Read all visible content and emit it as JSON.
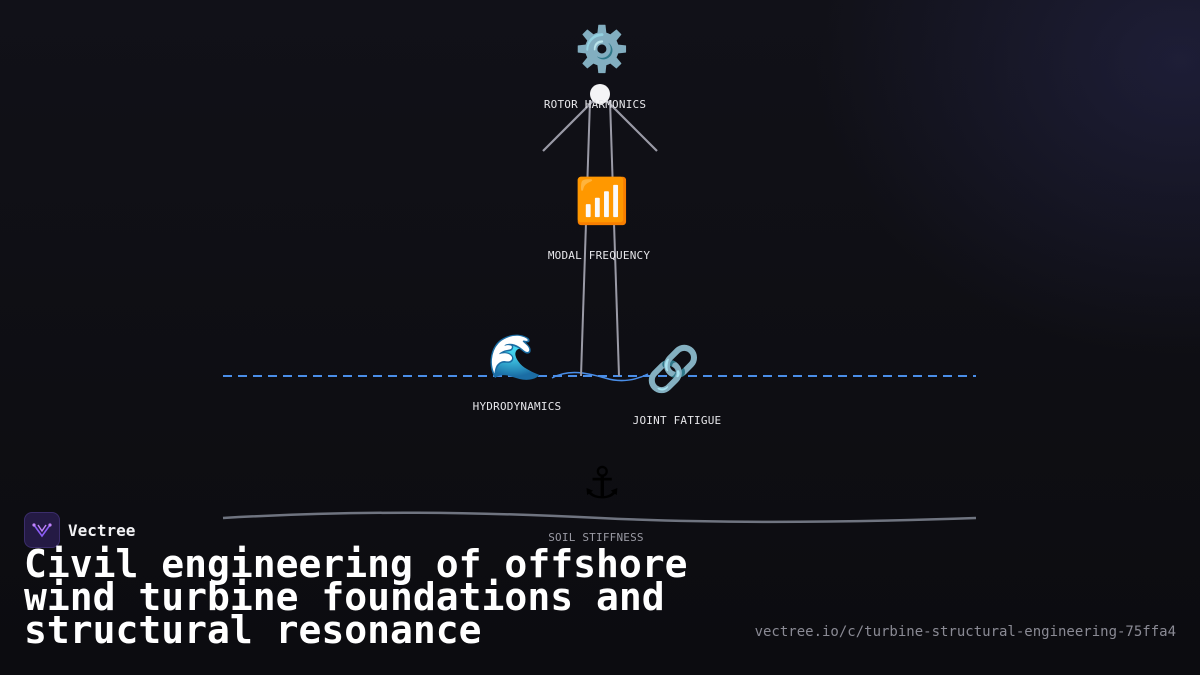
{
  "diagram": {
    "nodes": {
      "rotor": {
        "label": "ROTOR HARMONICS",
        "icon": "⚙️",
        "icon_name": "gear-icon"
      },
      "modal": {
        "label": "MODAL FREQUENCY",
        "icon": "📶",
        "icon_name": "signal-bars-icon"
      },
      "hydro": {
        "label": "HYDRODYNAMICS",
        "icon": "🌊",
        "icon_name": "wave-icon"
      },
      "joint": {
        "label": "JOINT FATIGUE",
        "icon": "🔗",
        "icon_name": "chain-link-icon"
      },
      "soil": {
        "label": "SOIL STIFFNESS",
        "icon": "⚓",
        "icon_name": "anchor-icon"
      }
    },
    "colors": {
      "water_line": "#4a8ee8",
      "tower": "#9a9aa6",
      "seabed": "#6f7480"
    }
  },
  "brand": {
    "name": "Vectree"
  },
  "title": "Civil engineering of offshore wind turbine foundations and structural resonance",
  "url": "vectree.io/c/turbine-structural-engineering-75ffa4"
}
